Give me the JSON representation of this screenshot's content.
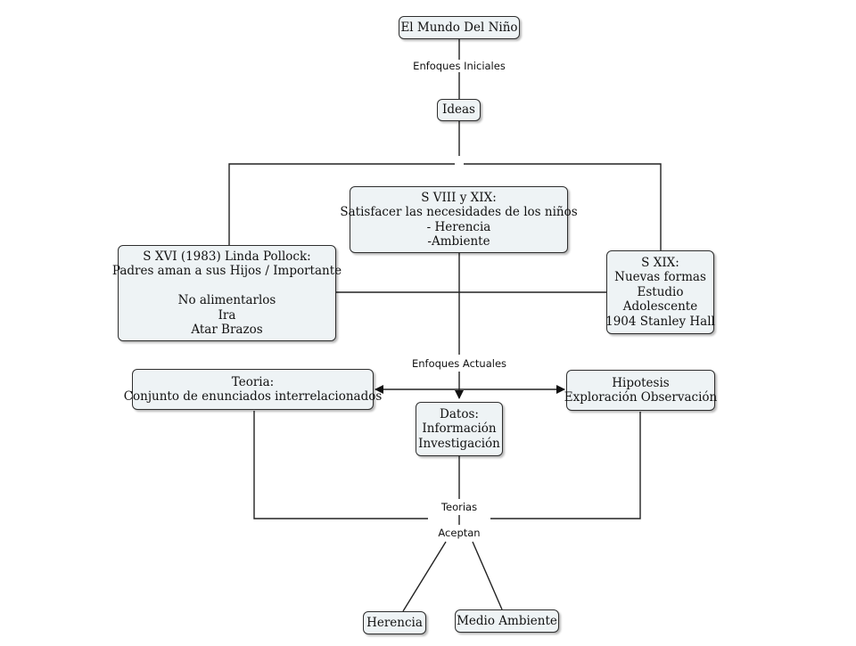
{
  "nodes": {
    "root": "El Mundo Del Niño",
    "ideas": "Ideas",
    "s16": {
      "title": "S XVI (1983) Linda Pollock:",
      "line1": "Padres aman a sus Hijos / Importante",
      "items": [
        "No alimentarlos",
        "Ira",
        "Atar Brazos"
      ]
    },
    "s18": {
      "title": "S VIII y XIX:",
      "line1": "Satisfacer las necesidades de los niños",
      "items": [
        "- Herencia",
        "-Ambiente"
      ]
    },
    "s19": {
      "title": "S XIX:",
      "items": [
        "Nuevas formas",
        "Estudio",
        "Adolescente",
        "1904 Stanley Hall"
      ]
    },
    "teoria": {
      "title": "Teoria:",
      "line1": "Conjunto de enunciados interrelacionados"
    },
    "hipotesis": {
      "title": "Hipotesis",
      "line1": "Exploración Observación"
    },
    "datos": {
      "title": "Datos:",
      "items": [
        "Información",
        "Investigación"
      ]
    },
    "herencia": "Herencia",
    "medio": "Medio Ambiente"
  },
  "links": {
    "enfoques_iniciales": "Enfoques Iniciales",
    "enfoques_actuales": "Enfoques Actuales",
    "teorias": "Teorias",
    "aceptan": "Aceptan"
  }
}
